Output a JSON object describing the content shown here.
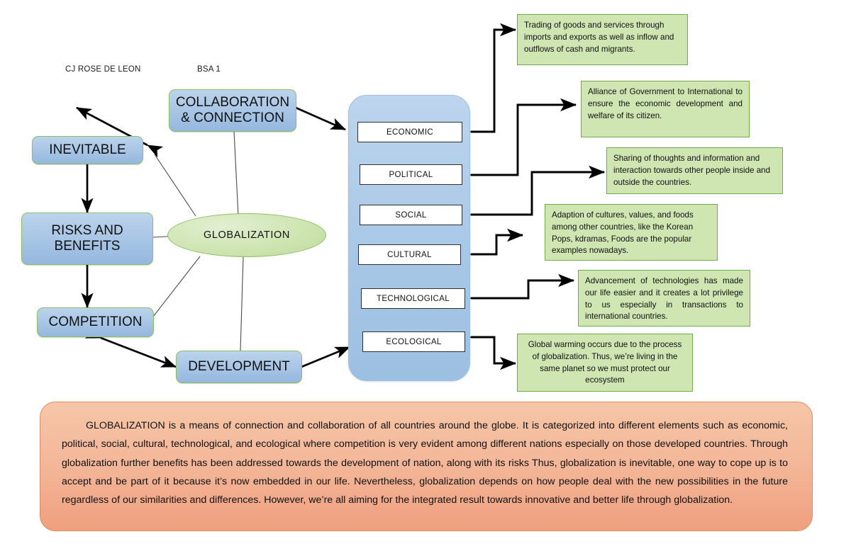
{
  "header": {
    "author": "CJ ROSE DE LEON",
    "course": "BSA 1"
  },
  "center": {
    "label": "GLOBALIZATION"
  },
  "concepts": [
    {
      "id": "collaboration",
      "line1": "COLLABORATION",
      "line2": "& CONNECTION"
    },
    {
      "id": "inevitable",
      "line1": "INEVITABLE",
      "line2": ""
    },
    {
      "id": "risks-benefits",
      "line1": "RISKS AND",
      "line2": "BENEFITS"
    },
    {
      "id": "competition",
      "line1": "COMPETITION",
      "line2": ""
    },
    {
      "id": "development",
      "line1": "DEVELOPMENT",
      "line2": ""
    }
  ],
  "elements_panel": {
    "items": [
      {
        "id": "economic",
        "label": "ECONOMIC"
      },
      {
        "id": "political",
        "label": "POLITICAL"
      },
      {
        "id": "social",
        "label": "SOCIAL"
      },
      {
        "id": "cultural",
        "label": "CULTURAL"
      },
      {
        "id": "technological",
        "label": "TECHNOLOGICAL"
      },
      {
        "id": "ecological",
        "label": "ECOLOGICAL"
      }
    ]
  },
  "callouts": [
    {
      "id": "economic-note",
      "text": "Trading of goods and services through imports and exports as well as inflow and outflows of cash and migrants."
    },
    {
      "id": "political-note",
      "text": "Alliance of Government to International to ensure the economic development and welfare of its citizen."
    },
    {
      "id": "social-note",
      "text": "Sharing of thoughts and information and interaction towards other people inside and outside the countries."
    },
    {
      "id": "cultural-note",
      "text": "Adaption of cultures, values, and foods among other countries, like the Korean Pops, kdramas, Foods are the popular examples nowadays."
    },
    {
      "id": "technological-note",
      "text": "Advancement of technologies has made our life easier and it creates a lot privilege to us especially in transactions to international countries."
    },
    {
      "id": "ecological-note",
      "text": "Global warming occurs due to the process of globalization. Thus, we’re living in the same planet so we must protect our ecosystem"
    }
  ],
  "summary": {
    "lead": "GLOBALIZATION",
    "text": " is a means of connection and collaboration of all countries around the globe. It is categorized into different elements such as economic, political, social, cultural, technological, and ecological where competition is very evident among different nations especially on those developed countries. Through globalization further benefits has been addressed towards the development of nation, along with its risks Thus, globalization is inevitable, one way to cope up is to accept and be part of it because it’s now embedded in our life. Nevertheless, globalization depends on how people deal with the new possibilities in the future regardless of our similarities and differences. However, we’re all aiming for the integrated result towards innovative and better life through globalization."
  },
  "colors": {
    "blue_box": "#aac7e6",
    "green_ellipse": "#cfe5b2",
    "callout_green": "#cfe5b2",
    "callout_border": "#74a94a",
    "summary_orange": "#f3b496",
    "box_border_green": "#8cbf62"
  }
}
